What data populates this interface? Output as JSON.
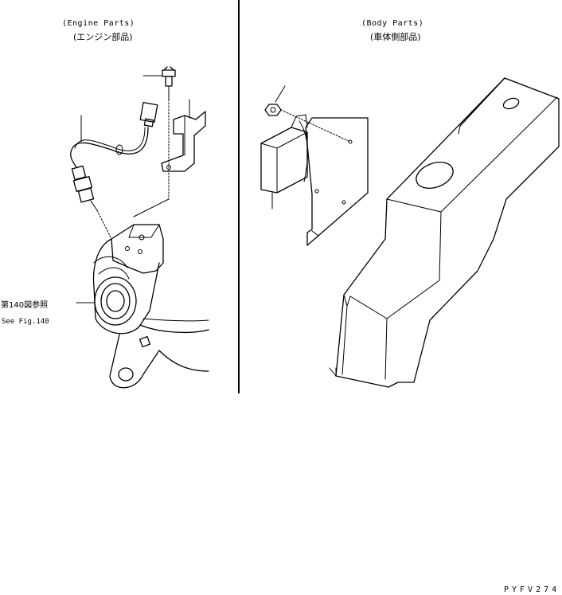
{
  "engine_section": {
    "title_en": "(Engine Parts)",
    "title_jp": "(エンジン部品)"
  },
  "body_section": {
    "title_en": "(Body Parts)",
    "title_jp": "(車体側部品)"
  },
  "reference": {
    "jp": "第140図参照",
    "en": "See Fig.140"
  },
  "drawing_code": "PYFV274"
}
